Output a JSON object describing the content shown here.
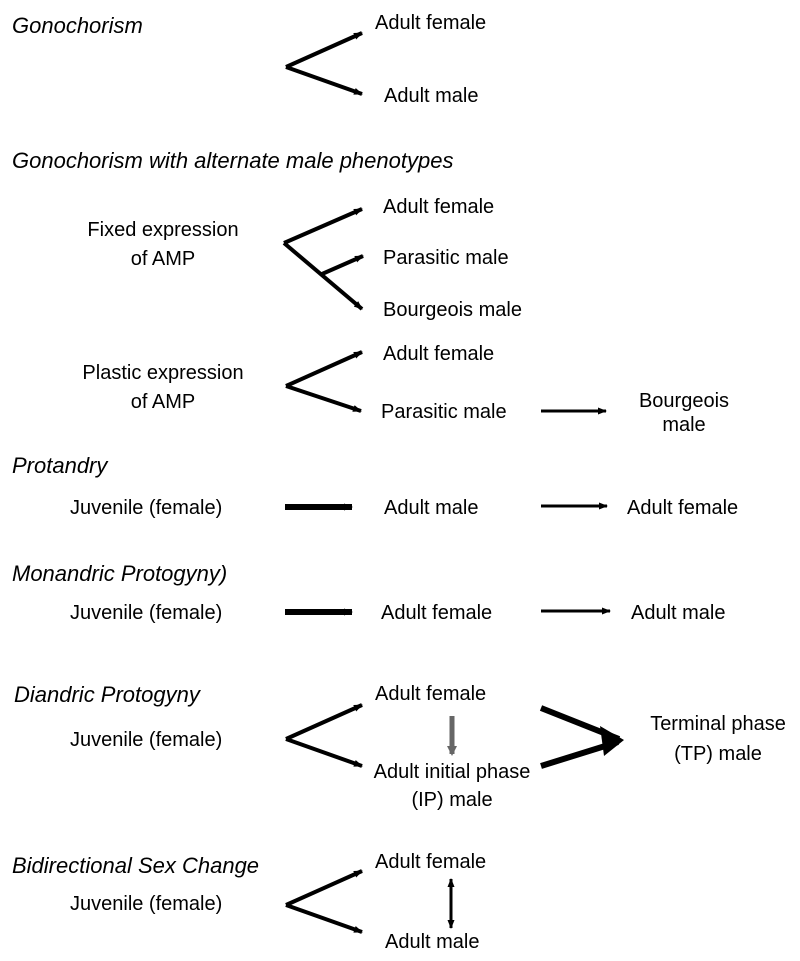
{
  "colors": {
    "ink": "#000000",
    "grey_arrow": "#666666",
    "background": "#ffffff"
  },
  "sections": {
    "gonochorism": {
      "heading": "Gonochorism",
      "adult_female": "Adult female",
      "adult_male": "Adult male"
    },
    "alternate_male_phenotypes": {
      "heading": "Gonochorism with alternate male phenotypes",
      "fixed": {
        "label_line1": "Fixed expression",
        "label_line2": "of AMP",
        "adult_female": "Adult female",
        "parasitic_male": "Parasitic male",
        "bourgeois_male": "Bourgeois male"
      },
      "plastic": {
        "label_line1": "Plastic expression",
        "label_line2": "of AMP",
        "adult_female": "Adult female",
        "parasitic_male": "Parasitic male",
        "bourgeois_line1": "Bourgeois",
        "bourgeois_line2": "male"
      }
    },
    "protandry": {
      "heading": "Protandry",
      "juvenile": "Juvenile (female)",
      "adult_male": "Adult male",
      "adult_female": "Adult female"
    },
    "monandric_protogyny": {
      "heading": "Monandric Protogyny)",
      "juvenile": "Juvenile (female)",
      "adult_female": "Adult female",
      "adult_male": "Adult male"
    },
    "diandric_protogyny": {
      "heading": "Diandric Protogyny",
      "juvenile": "Juvenile (female)",
      "adult_female": "Adult female",
      "ip_line1": "Adult initial phase",
      "ip_line2": "(IP) male",
      "tp_line1": "Terminal phase",
      "tp_line2": "(TP) male"
    },
    "bidirectional": {
      "heading": "Bidirectional Sex Change",
      "juvenile": "Juvenile (female)",
      "adult_female": "Adult female",
      "adult_male": "Adult male"
    }
  }
}
